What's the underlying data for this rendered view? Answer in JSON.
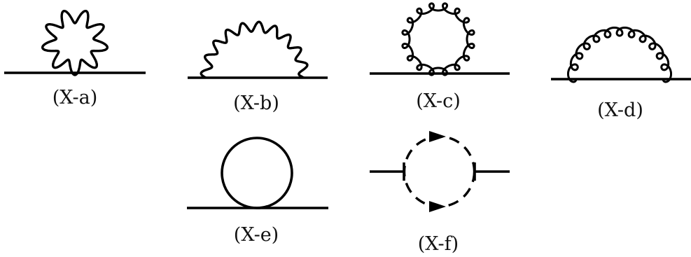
{
  "diagrams": [
    {
      "id": "a",
      "label": "(X-a)"
    },
    {
      "id": "b",
      "label": "(X-b)"
    },
    {
      "id": "c",
      "label": "(X-c)"
    },
    {
      "id": "d",
      "label": "(X-d)"
    },
    {
      "id": "e",
      "label": "(X-e)"
    },
    {
      "id": "f",
      "label": "(X-f)"
    }
  ]
}
